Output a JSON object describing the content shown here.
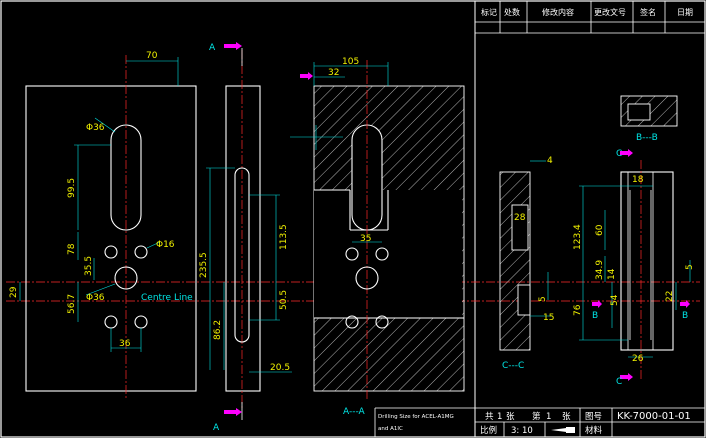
{
  "title_block": {
    "revision_headers": [
      "标记",
      "处数",
      "修改内容",
      "更改文号",
      "签名",
      "日期"
    ],
    "sheet_count_label": "共",
    "sheet_count_value": "1",
    "sheet_count_unit": "张",
    "sheet_no_label": "第",
    "sheet_no_value": "1",
    "sheet_no_unit": "张",
    "drawing_no_label": "图号",
    "drawing_no": "KK-7000-01-01",
    "scale_label": "比例",
    "scale_value": "3: 10",
    "material_label": "材料",
    "note_line1": "Drilling Size for ACEL-A1MG",
    "note_line2": "and A1IC"
  },
  "section_labels": {
    "a_top": "A",
    "a_bottom": "A",
    "a_a": "A---A",
    "b_b": "B---B",
    "c_c": "C---C",
    "c_top": "C",
    "c_bottom": "C",
    "b_left": "B",
    "b_right": "B"
  },
  "annotations": {
    "centre_line": "Centre Line"
  },
  "dimensions": {
    "front_width": "70",
    "slot_diameter": "Φ36",
    "slot_length": "99.5",
    "hole_spacing_78": "78",
    "small_hole_dia": "Φ16",
    "dim_35_5": "35.5",
    "center_hole_dia": "Φ36",
    "dim_29": "29",
    "dim_56_7": "56.7",
    "hole_spacing_36": "36",
    "side_235_5": "235.5",
    "side_86_2": "86.2",
    "side_113_5": "113.5",
    "side_50_5": "50.5",
    "side_20_5": "20.5",
    "sec_105": "105",
    "sec_32": "32",
    "sec_35": "35",
    "cc_4": "4",
    "cc_28": "28",
    "cc_5": "5",
    "cc_15": "15",
    "r_18": "18",
    "r_123_4": "123.4",
    "r_60": "60",
    "r_34_9": "34.9",
    "r_14": "14",
    "r_76": "76",
    "r_54": "54",
    "r_22": "22",
    "r_5": "5",
    "r_26": "26"
  }
}
